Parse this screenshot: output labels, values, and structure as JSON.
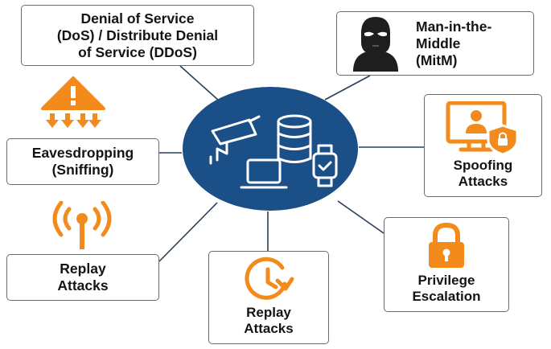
{
  "nodes": {
    "dos": {
      "lines": [
        "Denial of Service",
        "(DoS) / Distribute Denial",
        "of Service (DDoS)"
      ]
    },
    "mitm": {
      "lines": [
        "Man-in-the-",
        "Middle",
        "(MitM)"
      ]
    },
    "eavesdropping": {
      "lines": [
        "Eavesdropping",
        "(Sniffing)"
      ]
    },
    "spoofing": {
      "lines": [
        "Spoofing",
        "Attacks"
      ]
    },
    "replay_left": {
      "lines": [
        "Replay",
        "Attacks"
      ]
    },
    "replay_bottom": {
      "lines": [
        "Replay",
        "Attacks"
      ]
    },
    "privilege": {
      "lines": [
        "Privilege",
        "Escalation"
      ]
    }
  },
  "hub": {
    "devices": [
      "camera-icon",
      "database-icon",
      "laptop-icon",
      "smartwatch-icon"
    ]
  },
  "icons": {
    "dos": "warning-arrows-icon",
    "mitm": "masked-hacker-icon",
    "spoofing": "monitor-user-shield-icon",
    "replay_left": "broadcast-tower-icon",
    "replay_bottom": "clock-replay-icon",
    "privilege": "padlock-icon"
  },
  "colors": {
    "hub": "#1b4f88",
    "accent": "#f28a1c",
    "box_border": "#6b6b6b",
    "connector": "#2a3f5c",
    "text": "#141414"
  }
}
